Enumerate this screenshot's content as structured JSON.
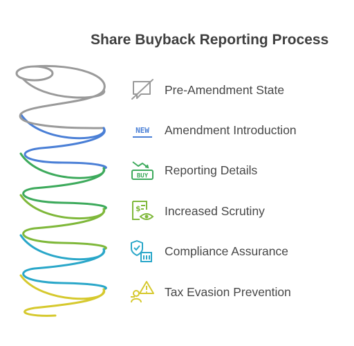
{
  "title": "Share Buyback Reporting Process",
  "steps": [
    {
      "label": "Pre-Amendment State",
      "icon": "silenced-speech-bubble-icon",
      "color": "#9a9a9a"
    },
    {
      "label": "Amendment Introduction",
      "icon": "new-badge-icon",
      "color": "#4a7fd6",
      "icon_text": "NEW"
    },
    {
      "label": "Reporting Details",
      "icon": "buy-trend-icon",
      "color": "#3daa5c",
      "icon_text": "BUY"
    },
    {
      "label": "Increased Scrutiny",
      "icon": "document-eye-icon",
      "color": "#7fb83a"
    },
    {
      "label": "Compliance Assurance",
      "icon": "shield-building-icon",
      "color": "#2aa7c9"
    },
    {
      "label": "Tax Evasion Prevention",
      "icon": "warning-person-icon",
      "color": "#d6c92e"
    }
  ]
}
